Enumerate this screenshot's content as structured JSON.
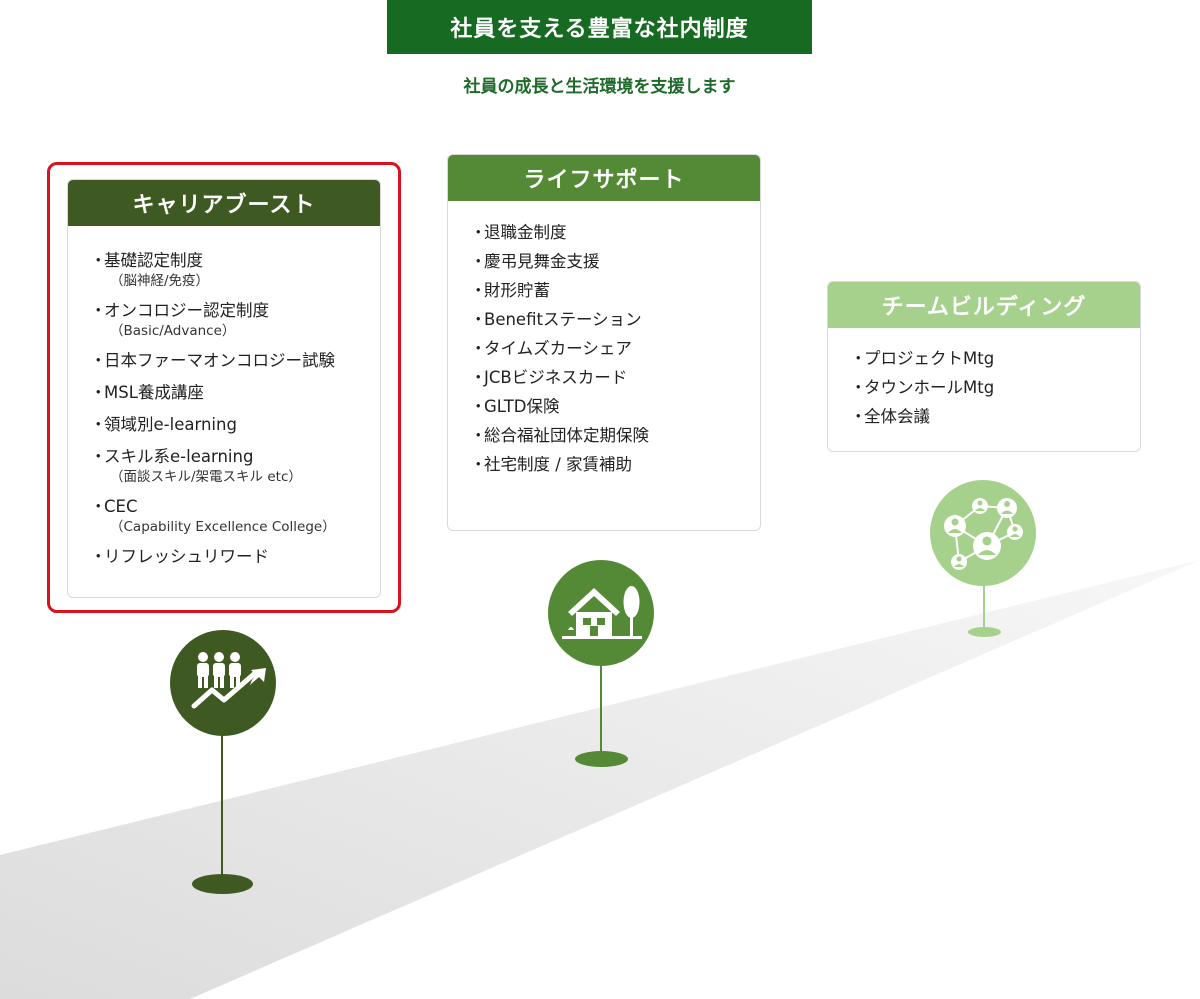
{
  "header": {
    "title": "社員を支える豊富な社内制度",
    "subtitle": "社員の成長と生活環境を支援します"
  },
  "colors": {
    "title_bg": "#176a21",
    "career": "#3e5a22",
    "life": "#548a35",
    "team": "#a6d18c",
    "highlight": "#d9121d",
    "road": "#e6e6e6"
  },
  "cards": {
    "career": {
      "title": "キャリアブースト",
      "icon": "team-growth-chart-icon",
      "items": [
        {
          "label": "基礎認定制度",
          "note": "（脳神経/免疫）"
        },
        {
          "label": "オンコロジー認定制度",
          "note": "（Basic/Advance）"
        },
        {
          "label": "日本ファーマオンコロジー試験"
        },
        {
          "label": "MSL養成講座"
        },
        {
          "label": "領域別e-learning"
        },
        {
          "label": "スキル系e-learning",
          "note": "（面談スキル/架電スキル etc）"
        },
        {
          "label": "CEC",
          "note": "（Capability Excellence College）"
        },
        {
          "label": "リフレッシュリワード"
        }
      ]
    },
    "life": {
      "title": "ライフサポート",
      "icon": "house-tree-icon",
      "items": [
        {
          "label": "退職金制度"
        },
        {
          "label": "慶弔見舞金支援"
        },
        {
          "label": "財形貯蓄"
        },
        {
          "label": "Benefitステーション"
        },
        {
          "label": "タイムズカーシェア"
        },
        {
          "label": "JCBビジネスカード"
        },
        {
          "label": "GLTD保険"
        },
        {
          "label": "総合福祉団体定期保険"
        },
        {
          "label": "社宅制度 / 家賃補助"
        }
      ]
    },
    "team": {
      "title": "チームビルディング",
      "icon": "people-network-icon",
      "items": [
        {
          "label": "プロジェクトMtg"
        },
        {
          "label": "タウンホールMtg"
        },
        {
          "label": "全体会議"
        }
      ]
    }
  }
}
